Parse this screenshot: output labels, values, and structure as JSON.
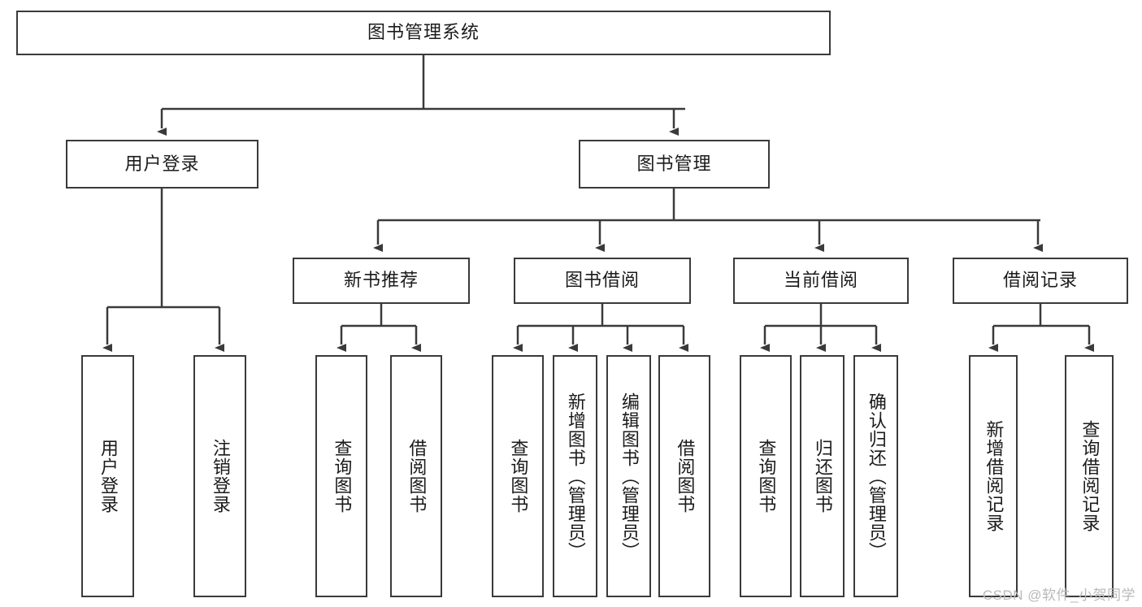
{
  "diagram": {
    "title": "图书管理系统",
    "type": "tree-hierarchy",
    "watermark": "CSDN @软件_小贺同学",
    "colors": {
      "box_border": "#3a3a3a",
      "box_fill": "#ffffff",
      "edge": "#3a3a3a",
      "text": "#1b1b1b",
      "watermark": "#b9b9b9",
      "background": "#ffffff"
    },
    "root": {
      "id": "root",
      "label": "图书管理系统"
    },
    "level2": [
      {
        "id": "user-login",
        "label": "用户登录"
      },
      {
        "id": "book-manage",
        "label": "图书管理"
      }
    ],
    "level3": [
      {
        "id": "new-book-recommend",
        "label": "新书推荐",
        "parent": "book-manage"
      },
      {
        "id": "book-borrow",
        "label": "图书借阅",
        "parent": "book-manage"
      },
      {
        "id": "current-borrow",
        "label": "当前借阅",
        "parent": "book-manage"
      },
      {
        "id": "borrow-record",
        "label": "借阅记录",
        "parent": "book-manage"
      }
    ],
    "leaves": [
      {
        "id": "leaf-user-login",
        "label": "用户登录",
        "parent": "user-login"
      },
      {
        "id": "leaf-user-logout",
        "label": "注销登录",
        "parent": "user-login"
      },
      {
        "id": "leaf-query-book-1",
        "label": "查询图书",
        "parent": "new-book-recommend"
      },
      {
        "id": "leaf-borrow-book-1",
        "label": "借阅图书",
        "parent": "new-book-recommend"
      },
      {
        "id": "leaf-query-book-2",
        "label": "查询图书",
        "parent": "book-borrow"
      },
      {
        "id": "leaf-add-book",
        "label": "新增图书（管理员）",
        "parent": "book-borrow"
      },
      {
        "id": "leaf-edit-book",
        "label": "编辑图书（管理员）",
        "parent": "book-borrow"
      },
      {
        "id": "leaf-borrow-book-2",
        "label": "借阅图书",
        "parent": "book-borrow"
      },
      {
        "id": "leaf-query-book-3",
        "label": "查询图书",
        "parent": "current-borrow"
      },
      {
        "id": "leaf-return-book",
        "label": "归还图书",
        "parent": "current-borrow"
      },
      {
        "id": "leaf-confirm-return",
        "label": "确认归还（管理员）",
        "parent": "current-borrow"
      },
      {
        "id": "leaf-add-record",
        "label": "新增借阅记录",
        "parent": "borrow-record"
      },
      {
        "id": "leaf-query-record",
        "label": "查询借阅记录",
        "parent": "borrow-record"
      }
    ]
  }
}
